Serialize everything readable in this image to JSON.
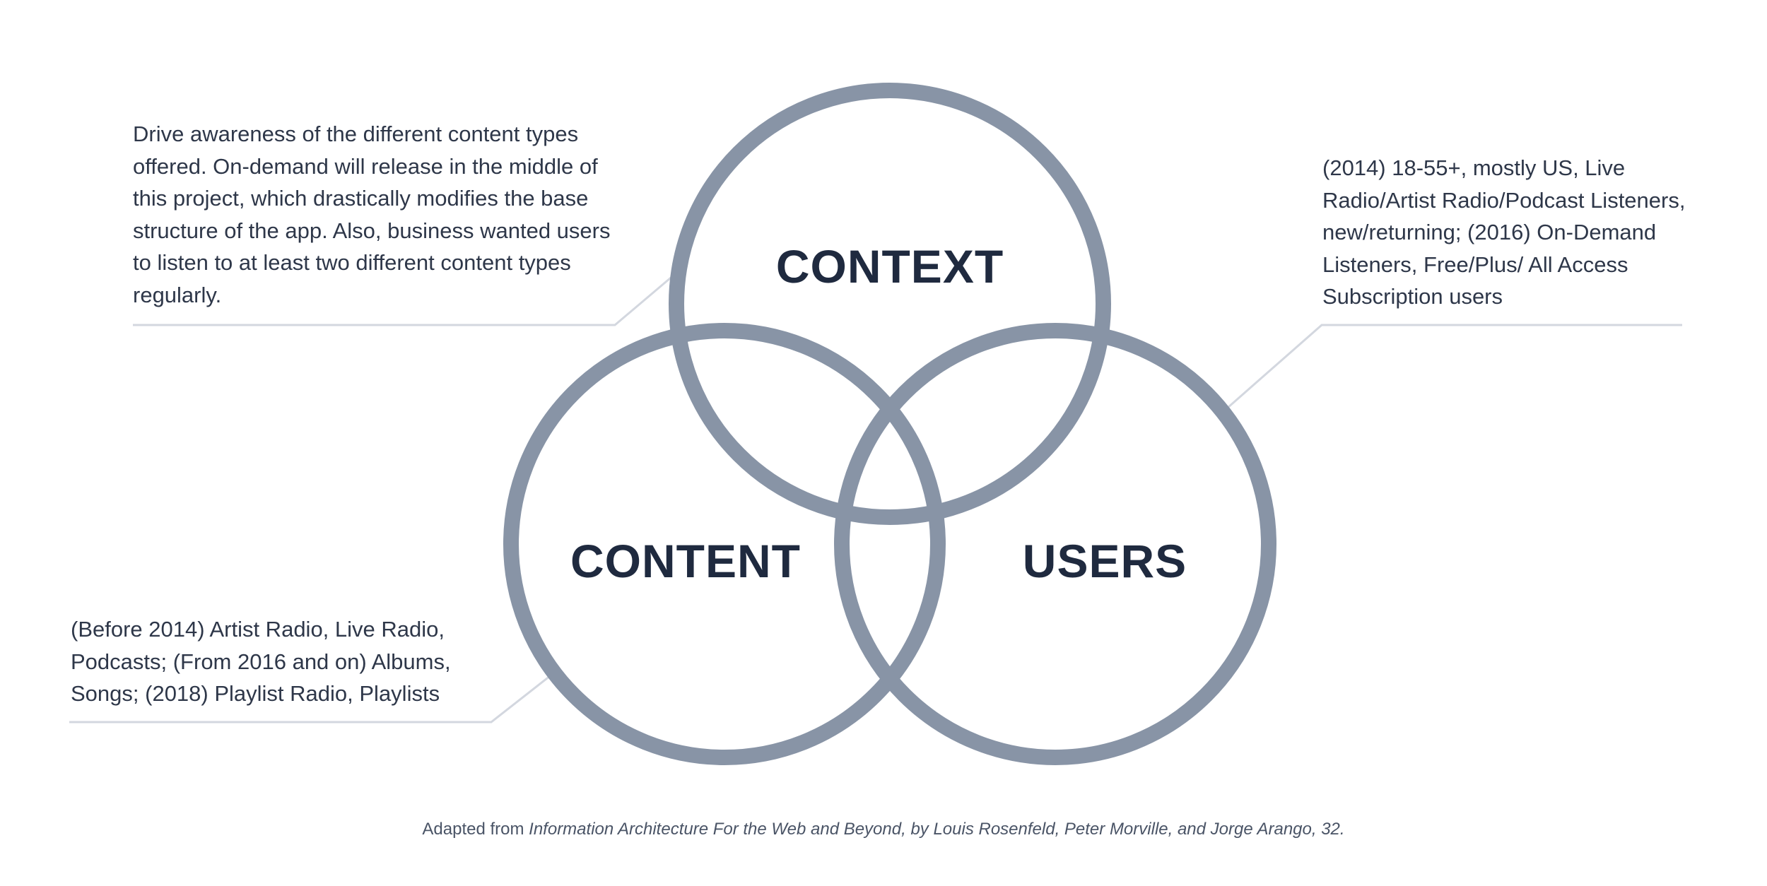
{
  "circles": {
    "context": "CONTEXT",
    "content": "CONTENT",
    "users": "USERS"
  },
  "notes": {
    "context": "Drive awareness of the different content types offered. On-demand will release in the middle of this project, which drastically modifies the base structure of the app. Also, business wanted users to listen to at least two different content types regularly.",
    "users": "(2014) 18-55+, mostly US, Live Radio/Artist Radio/Podcast Listeners, new/returning; (2016) On-Demand Listeners, Free/Plus/ All Access Subscription users",
    "content": "(Before 2014) Artist Radio, Live Radio, Podcasts; (From 2016 and on) Albums, Songs; (2018) Playlist Radio, Playlists"
  },
  "source": {
    "prefix": "Adapted from ",
    "title": "Information Architecture For the Web and Beyond",
    "suffix": ", by Louis Rosenfeld, Peter Morville, and Jorge Arango, 32."
  },
  "colors": {
    "ring": "#8894a6",
    "leader": "#d3d7df",
    "label": "#1f2a3f",
    "text": "#2e3749"
  }
}
